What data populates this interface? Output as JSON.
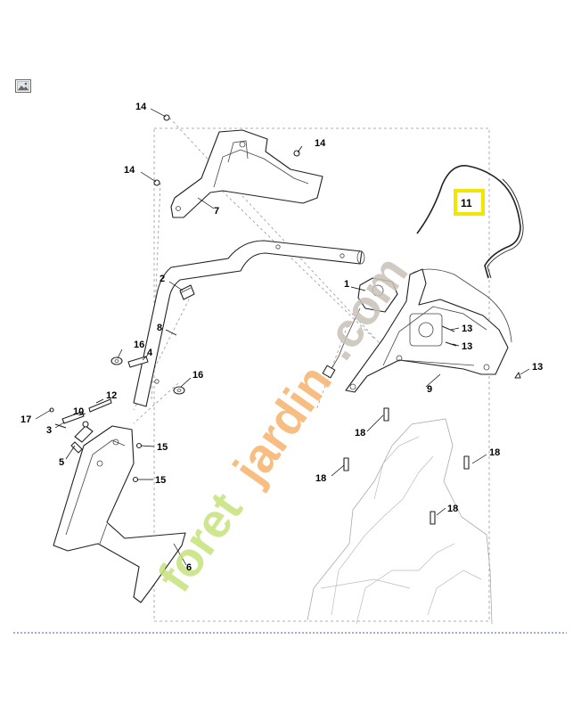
{
  "toolbar": {
    "icon": "image-icon"
  },
  "watermark": {
    "part1": "foret",
    "part2": "jardin",
    "part3": ".com"
  },
  "callouts": {
    "c1": "1",
    "c2": "2",
    "c3": "3",
    "c4": "4",
    "c5": "5",
    "c6": "6",
    "c7": "7",
    "c8": "8",
    "c9": "9",
    "c10": "10",
    "c11": "11",
    "c12": "12",
    "c13a": "13",
    "c13b": "13",
    "c13c": "13",
    "c14a": "14",
    "c14b": "14",
    "c14c": "14",
    "c15a": "15",
    "c15b": "15",
    "c16a": "16",
    "c16b": "16",
    "c17": "17",
    "c18a": "18",
    "c18b": "18",
    "c18c": "18",
    "c18d": "18"
  },
  "highlight": {
    "part": "11",
    "color": "#f2e600"
  },
  "colors": {
    "watermark_green": "#c5e27a",
    "watermark_orange": "#f6b26b",
    "watermark_grey": "#c9c1b8",
    "border": "#3b5bc8"
  }
}
